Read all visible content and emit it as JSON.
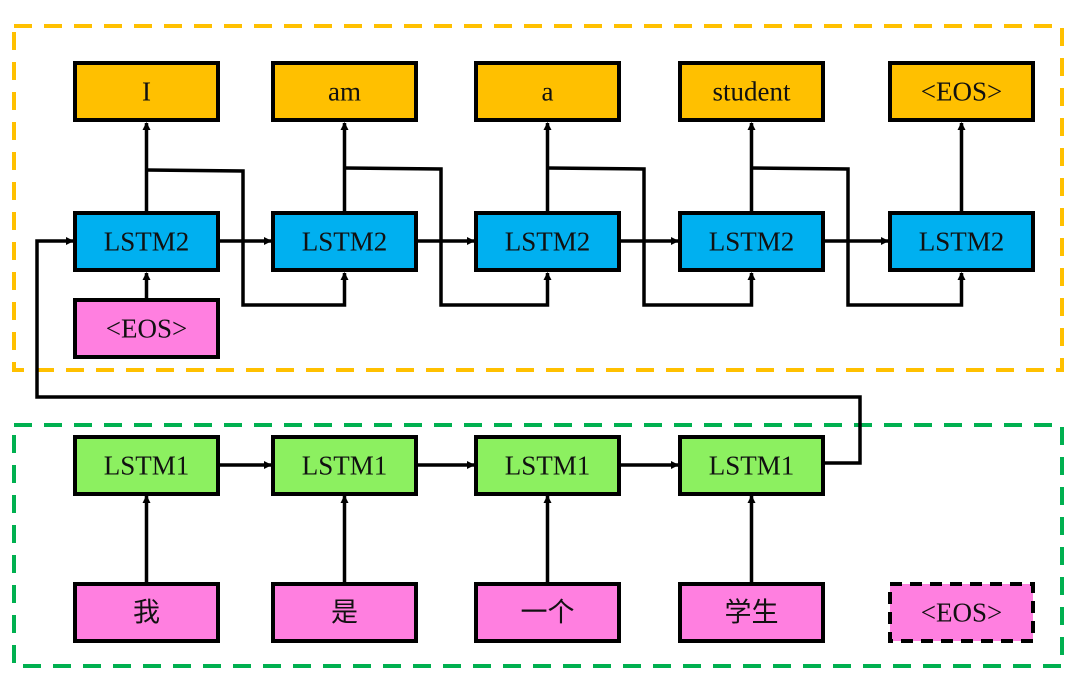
{
  "colors": {
    "output": "#FFC000",
    "decoder": "#00B0F0",
    "token": "#FF7FE0",
    "encoder": "#8CF060",
    "decoder_frame": "#FFC000",
    "encoder_frame": "#00B050"
  },
  "decoder": {
    "outputs": [
      "I",
      "am",
      "a",
      "student",
      "<EOS>"
    ],
    "cells": [
      "LSTM2",
      "LSTM2",
      "LSTM2",
      "LSTM2",
      "LSTM2"
    ],
    "start_token": "<EOS>"
  },
  "encoder": {
    "cells": [
      "LSTM1",
      "LSTM1",
      "LSTM1",
      "LSTM1"
    ],
    "inputs": [
      "我",
      "是",
      "一个",
      "学生"
    ],
    "end_token": "<EOS>"
  }
}
